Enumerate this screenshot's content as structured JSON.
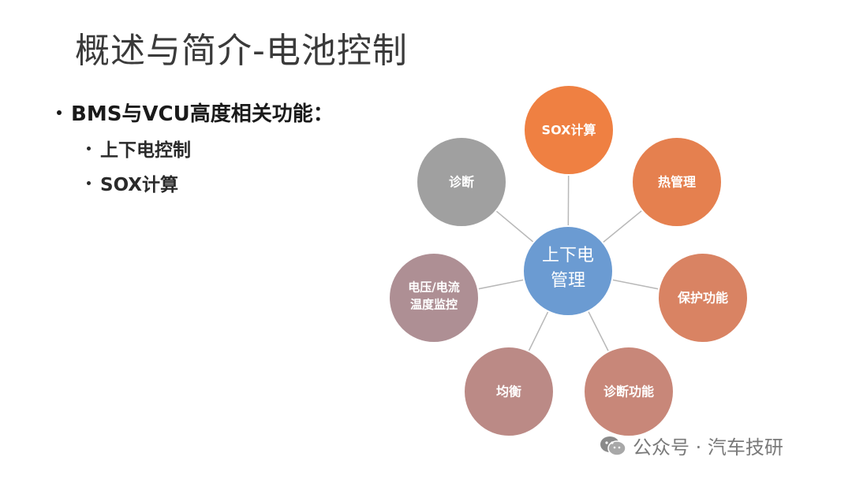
{
  "title": "概述与简介-电池控制",
  "bullets": {
    "main": "BMS与VCU高度相关功能：",
    "sub": [
      "上下电控制",
      "SOX计算"
    ]
  },
  "diagram": {
    "center": {
      "line1": "上下电",
      "line2": "管理",
      "color": "#6b9bd2"
    },
    "nodes": [
      {
        "label": "SOX计算",
        "color": "#ef8042"
      },
      {
        "label": "热管理",
        "color": "#e5804f"
      },
      {
        "label": "保护功能",
        "color": "#d98363"
      },
      {
        "label": "诊断功能",
        "color": "#c88779"
      },
      {
        "label": "均衡",
        "color": "#bb8a86"
      },
      {
        "line1": "电压/电流",
        "line2": "温度监控",
        "color": "#ae8f94"
      },
      {
        "label": "诊断",
        "color": "#a0a0a0"
      }
    ]
  },
  "watermark": {
    "icon": "wechat-icon",
    "text": "公众号 · 汽车技研"
  }
}
